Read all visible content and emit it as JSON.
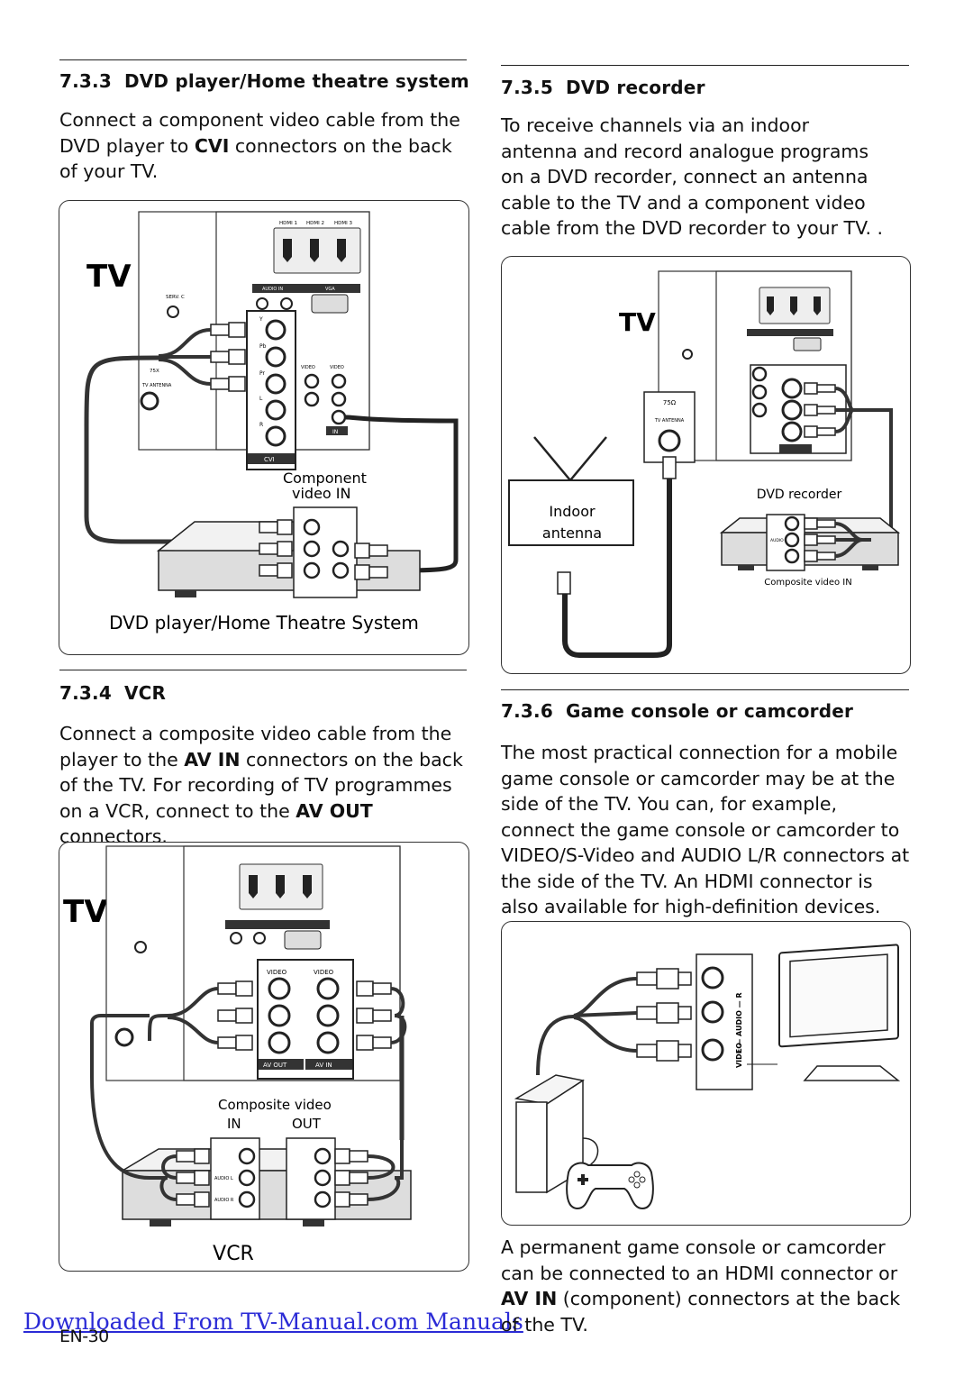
{
  "footer": {
    "link_text": "Downloaded From TV-Manual.com Manuals",
    "page_number": "EN-30"
  },
  "s733": {
    "number": "7.3.3",
    "title": "DVD player/Home theatre system",
    "text_parts": [
      "Connect a component video cable from the DVD player to ",
      "CVI",
      " connectors on the back of your TV."
    ],
    "figure": {
      "tv": "TV",
      "hdmi": [
        "HDMI 1",
        "HDMI 2",
        "HDMI 3"
      ],
      "audio_in": "AUDIO IN",
      "vga": "VGA",
      "serv": "SERV. C",
      "ant_ohm": "75X",
      "ant_label": "TV ANTENNA",
      "cvi": "CVI",
      "comp": [
        "Y",
        "Pb",
        "Pr",
        "L",
        "R"
      ],
      "video": "VIDEO",
      "in": "IN",
      "label_component": "Component",
      "label_video_in": "video IN",
      "device": "DVD player/Home Theatre System"
    }
  },
  "s734": {
    "number": "7.3.4",
    "title": "VCR",
    "text_parts": [
      "Connect a composite video cable from the player to the ",
      "AV IN",
      " connectors on the back of the TV. For recording of TV programmes on a VCR, connect to the ",
      "AV OUT",
      " connectors."
    ],
    "figure": {
      "tv": "TV",
      "av_out": "AV OUT",
      "av_in": "AV IN",
      "video": "VIDEO",
      "label_composite": "Composite video",
      "label_in": "IN",
      "label_out": "OUT",
      "audio_l": "AUDIO L",
      "audio_r": "AUDIO R",
      "device": "VCR"
    }
  },
  "s735": {
    "number": "7.3.5",
    "title": "DVD recorder",
    "text": "To receive channels via an indoor antenna and record analogue programs on a DVD recorder, connect an antenna cable to the TV and a component video cable from the DVD recorder to your TV. .",
    "figure": {
      "tv": "TV",
      "ohm": "75Ω",
      "ant_label": "TV ANTENNA",
      "indoor": "Indoor",
      "antenna": "antenna",
      "device": "DVD recorder",
      "label_composite_in": "Composite video IN",
      "audio": "AUDIO"
    }
  },
  "s736": {
    "number": "7.3.6",
    "title": "Game console or camcorder",
    "text": "The most practical connection for a mobile game console or camcorder may be at the side of the TV. You can, for example, connect the game console or camcorder to VIDEO/S-Video and AUDIO L/R connectors at the side of the TV.  An HDMI connector is also available for high-definition devices.",
    "figure": {
      "side_label": "L — AUDIO — R",
      "video": "VIDEO"
    },
    "after_parts": [
      "A permanent game console or camcorder can be connected to an HDMI connector or ",
      "AV IN",
      " (component) connectors at the back of the TV."
    ]
  }
}
